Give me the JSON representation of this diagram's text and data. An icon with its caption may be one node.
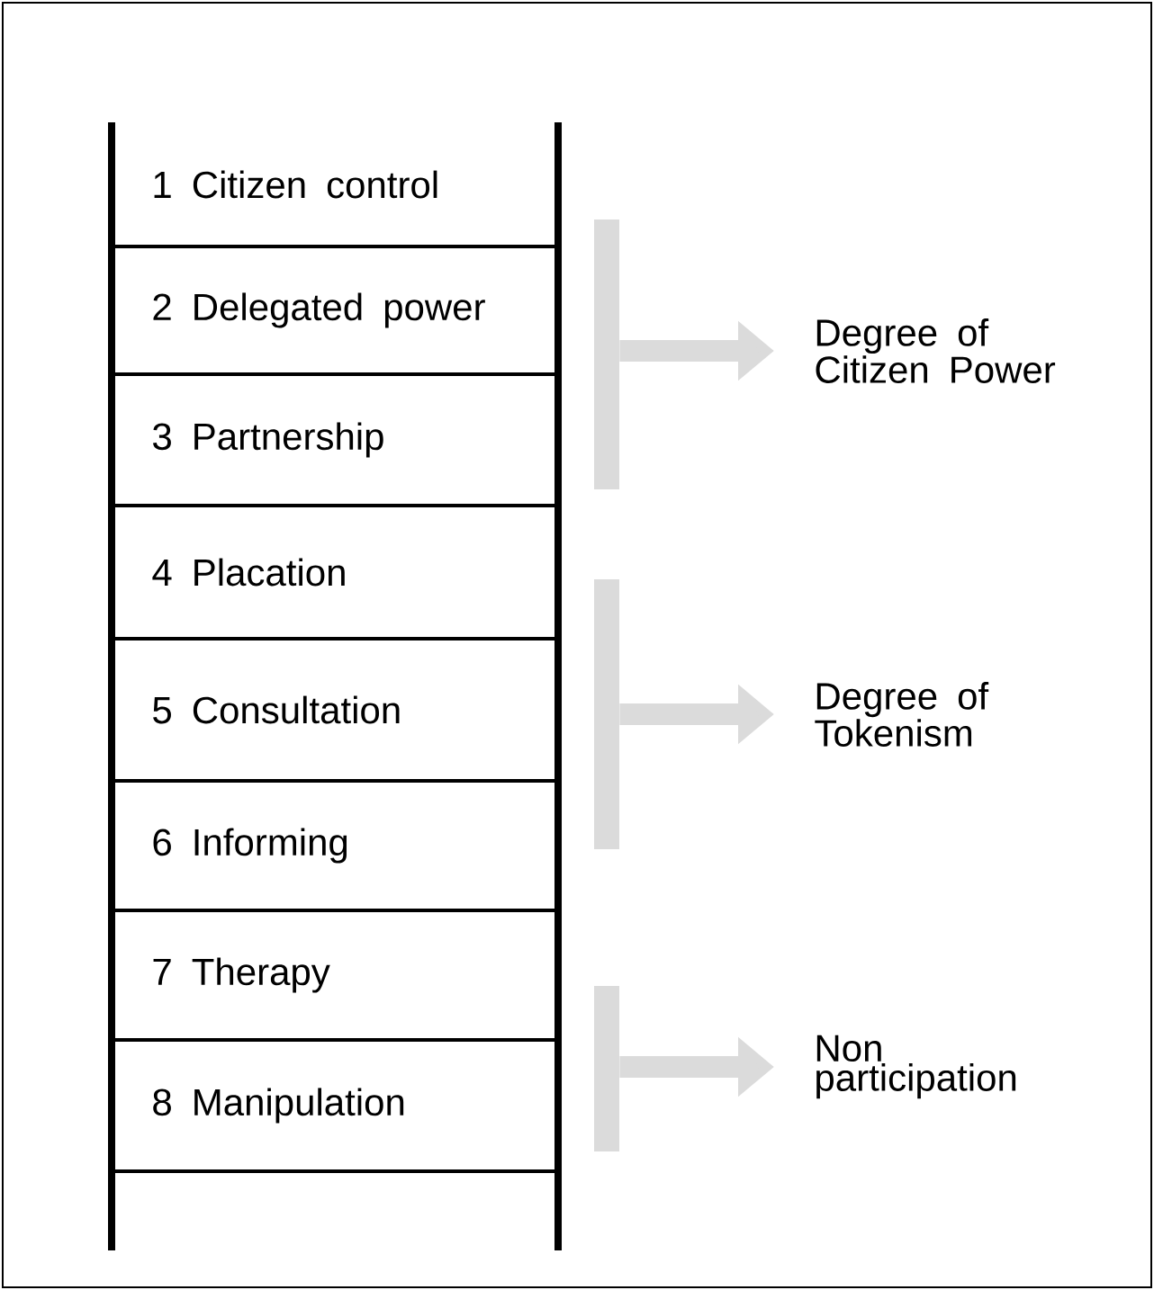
{
  "diagram": {
    "nodes": [
      {
        "text": [
          "1 Citizen control"
        ]
      },
      {
        "text": [
          "2 Delegated power"
        ]
      },
      {
        "text": [
          "3 Partnership"
        ]
      },
      {
        "text": [
          "4 Placation"
        ]
      },
      {
        "text": [
          "5 Consultation"
        ]
      },
      {
        "text": [
          "6 Informing"
        ]
      },
      {
        "text": [
          "7 Therapy"
        ]
      },
      {
        "text": [
          "8 Manipulation"
        ]
      },
      {
        "text": [
          "Degree of Citizen Power"
        ]
      },
      {
        "text": [
          "Degree of Tokenism"
        ]
      },
      {
        "text": [
          "Non participation"
        ]
      },
      {
        "text": [],
        "shape": "bar"
      },
      {
        "text": [],
        "shape": "bar"
      },
      {
        "text": [],
        "shape": "bar"
      }
    ],
    "edges": [
      {
        "from": 11,
        "to": 8,
        "arrow": "to"
      },
      {
        "from": 12,
        "to": 9,
        "arrow": "to"
      },
      {
        "from": 13,
        "to": 10,
        "arrow": "to"
      }
    ]
  }
}
